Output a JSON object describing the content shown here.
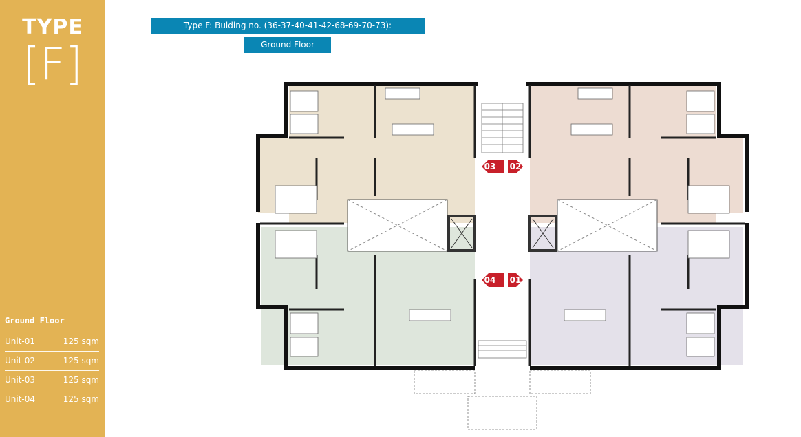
{
  "sidebar": {
    "type_word": "TYPE",
    "type_letter": "[F]",
    "floor_heading": "Ground Floor",
    "units": [
      {
        "name": "Unit-01",
        "area": "125 sqm"
      },
      {
        "name": "Unit-02",
        "area": "125 sqm"
      },
      {
        "name": "Unit-03",
        "area": "125 sqm"
      },
      {
        "name": "Unit-04",
        "area": "125 sqm"
      }
    ]
  },
  "header": {
    "title": "Type F: Bulding no. (36-37-40-41-42-68-69-70-73):",
    "floor_label": "Ground Floor"
  },
  "plan": {
    "unit_labels": [
      "03",
      "02",
      "04",
      "01"
    ],
    "colors": {
      "unit_01": "#e4e1ea",
      "unit_02": "#eddcd2",
      "unit_03": "#ece2cf",
      "unit_04": "#dee6dc",
      "walls": "#111111",
      "marker": "#c8202a"
    }
  }
}
